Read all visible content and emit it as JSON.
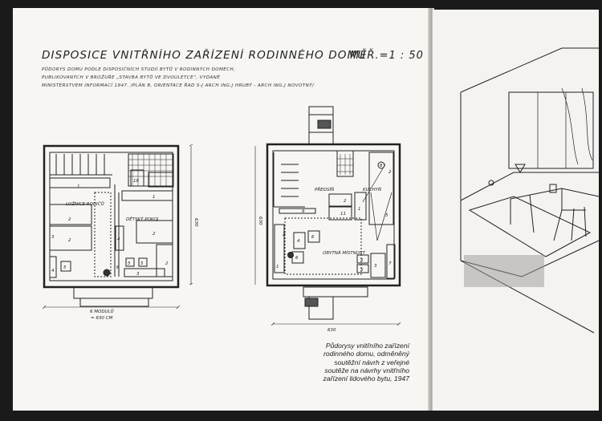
{
  "title": "DISPOSICE VNITŘNÍHO ZAŘÍZENÍ RODINNÉHO DOMU",
  "scale": "MĚŘ.=1 : 50",
  "subtitle_lines": [
    "PŮDORYS DOMU PODLE DISPOSIČNÍCH STUDIÍ BYTŮ V RODINNÝCH DOMECH,",
    "PUBLIKOVANÝCH V BROŽUŘE „STAVBA BYTŮ VE DVOULETCE“, VYDANÉ",
    "MINISTERSTVEM INFORMACÍ 1947. /PLÁN B, ORIENTACE ŘAD S-J  ARCH ING.J HRUBÝ - ARCH ING.J NOVOTNÝ/"
  ],
  "upper_floor": {
    "rooms": [
      "LOŽNICE RODIČŮ",
      "DĚTSKÝ POKOJ"
    ],
    "numbers": [
      "1",
      "2",
      "2",
      "3",
      "4",
      "5",
      "18",
      "1",
      "2",
      "2",
      "4",
      "6",
      "5",
      "5",
      "3"
    ],
    "dimension_vertical": "630",
    "dimension_label": [
      "6 MODULŮ",
      "= 630 CM"
    ]
  },
  "ground_floor": {
    "rooms": [
      "PŘEDSÍŇ",
      "KUCHYŇ",
      "OBYTNÁ MÍSTNOST"
    ],
    "numbers": [
      "1",
      "2",
      "11",
      "9",
      "1",
      "2",
      "4",
      "6",
      "6",
      "5",
      "5",
      "3",
      "7",
      "8",
      "2",
      "5"
    ],
    "dimension_vertical": "630",
    "dimension_horizontal": "630"
  },
  "caption": "Půdorysy vnitřního zařízení rodinného domu, odměněný soutěžní návrh z veřejné soutěže na návrhy vnitřního zařízení lidového bytu, 1947"
}
